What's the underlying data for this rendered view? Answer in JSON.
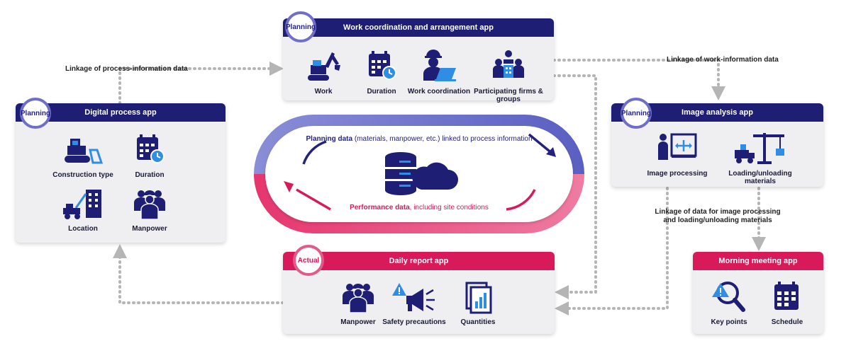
{
  "cards": {
    "work_coordination": {
      "title": "Work coordination and arrangement app",
      "badge": "Planning",
      "items": [
        "Work",
        "Duration",
        "Work coordination",
        "Participating firms & groups"
      ]
    },
    "digital_process": {
      "title": "Digital process app",
      "badge": "Planning",
      "items": [
        "Construction type",
        "Duration",
        "Location",
        "Manpower"
      ]
    },
    "image_analysis": {
      "title": "Image analysis app",
      "badge": "Planning",
      "items": [
        "Image processing",
        "Loading/unloading materials"
      ]
    },
    "daily_report": {
      "title": "Daily report app",
      "badge": "Actual",
      "items": [
        "Manpower",
        "Safety precautions",
        "Quantities"
      ]
    },
    "morning_meeting": {
      "title": "Morning meeting app",
      "items": [
        "Key points",
        "Schedule"
      ]
    }
  },
  "labels": {
    "process_link": "Linkage of process-information data",
    "work_link": "Linkage of work-information data",
    "image_link": "Linkage of data for image processing and loading/unloading materials"
  },
  "center": {
    "planning_bold": "Planning data",
    "planning_rest": " (materials, manpower, etc.) linked to process information",
    "performance_bold": "Performance data",
    "performance_rest": ", including site conditions"
  },
  "colors": {
    "navy": "#1e1f74",
    "pink": "#d8195a",
    "blue_accent": "#2f8de4",
    "connector": "#b5b5b5"
  }
}
